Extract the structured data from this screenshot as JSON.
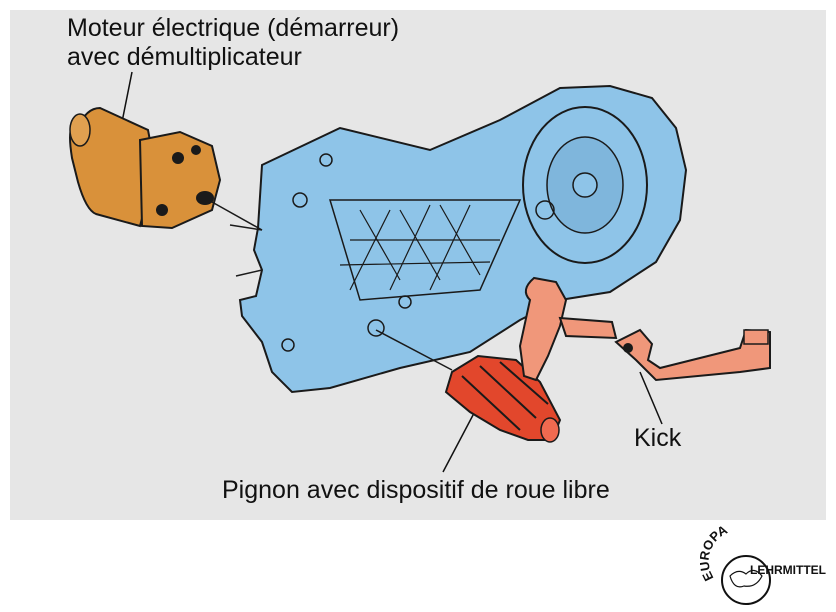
{
  "labels": {
    "motor_line1": "Moteur électrique (démarreur)",
    "motor_line2": "avec démultiplicateur",
    "kick": "Kick",
    "pinion": "Pignon avec dispositif de roue libre"
  },
  "logo": {
    "text_top": "EUROPA",
    "text_side": "LEHRMITTEL"
  },
  "colors": {
    "panel_background": "#e6e6e6",
    "engine_case": "#8ec4e8",
    "starter_motor": "#d9913a",
    "freewheel_pinion": "#e2472c",
    "kick_mechanism": "#f0977a",
    "outline": "#1a1a1a"
  }
}
